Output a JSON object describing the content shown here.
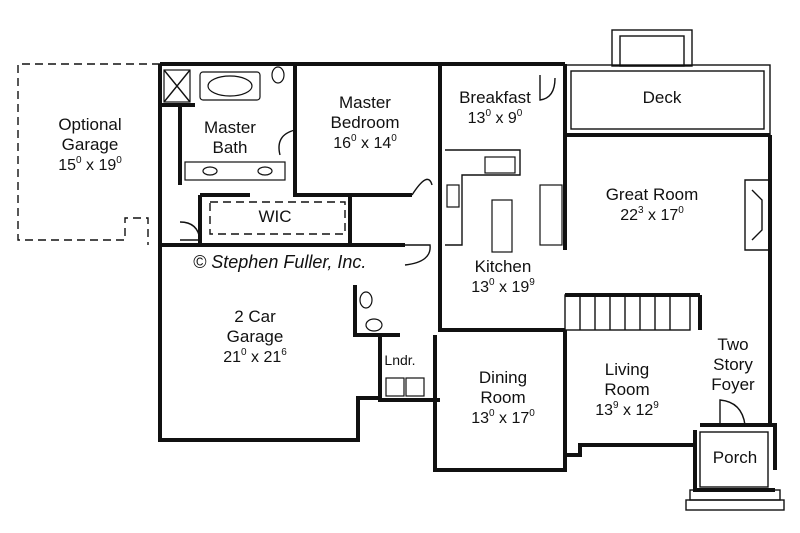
{
  "copyright": "© Stephen Fuller, Inc.",
  "rooms": {
    "optional_garage": {
      "line1": "Optional",
      "line2": "Garage",
      "w": "15",
      "ws": "0",
      "h": "19",
      "hs": "0"
    },
    "master_bath": {
      "line1": "Master",
      "line2": "Bath"
    },
    "master_bedroom": {
      "line1": "Master",
      "line2": "Bedroom",
      "w": "16",
      "ws": "0",
      "h": "14",
      "hs": "0"
    },
    "wic": {
      "line1": "WIC"
    },
    "breakfast": {
      "line1": "Breakfast",
      "w": "13",
      "ws": "0",
      "h": "9",
      "hs": "0"
    },
    "deck": {
      "line1": "Deck"
    },
    "great_room": {
      "line1": "Great Room",
      "w": "22",
      "ws": "3",
      "h": "17",
      "hs": "0"
    },
    "kitchen": {
      "line1": "Kitchen",
      "w": "13",
      "ws": "0",
      "h": "19",
      "hs": "9"
    },
    "two_car_garage": {
      "line1": "2 Car",
      "line2": "Garage",
      "w": "21",
      "ws": "0",
      "h": "21",
      "hs": "6"
    },
    "laundry": {
      "line1": "Lndr."
    },
    "dining_room": {
      "line1": "Dining",
      "line2": "Room",
      "w": "13",
      "ws": "0",
      "h": "17",
      "hs": "0"
    },
    "living_room": {
      "line1": "Living",
      "line2": "Room",
      "w": "13",
      "ws": "9",
      "h": "12",
      "hs": "9"
    },
    "foyer": {
      "line1": "Two",
      "line2": "Story",
      "line3": "Foyer"
    },
    "porch": {
      "line1": "Porch"
    }
  }
}
